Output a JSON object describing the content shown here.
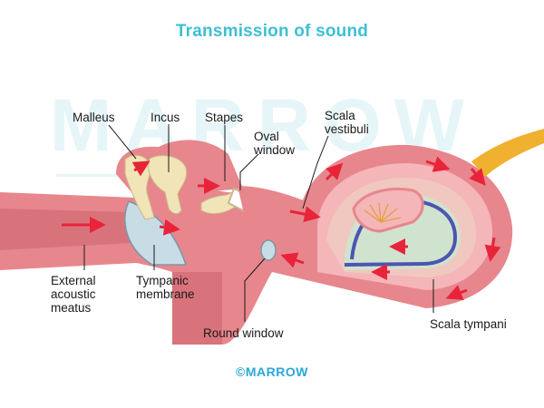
{
  "title": "Transmission of sound",
  "watermark": "MARROW",
  "footer": "©MARROW",
  "labels": {
    "malleus": "Malleus",
    "incus": "Incus",
    "stapes": "Stapes",
    "oval_window": "Oval\nwindow",
    "scala_vestibuli": "Scala\nvestibuli",
    "external_acoustic_meatus": "External\nacoustic\nmeatus",
    "tympanic_membrane": "Tympanic\nmembrane",
    "round_window": "Round window",
    "scala_tympani": "Scala tympani"
  },
  "colors": {
    "title": "#3fbfd4",
    "footer": "#2aa7d8",
    "tissue": "#e8868d",
    "tissue_light": "#f4b6b8",
    "bone": "#f1e4b8",
    "arrow": "#e8243a",
    "duct": "#4c55b0",
    "nerve": "#f0b030"
  }
}
